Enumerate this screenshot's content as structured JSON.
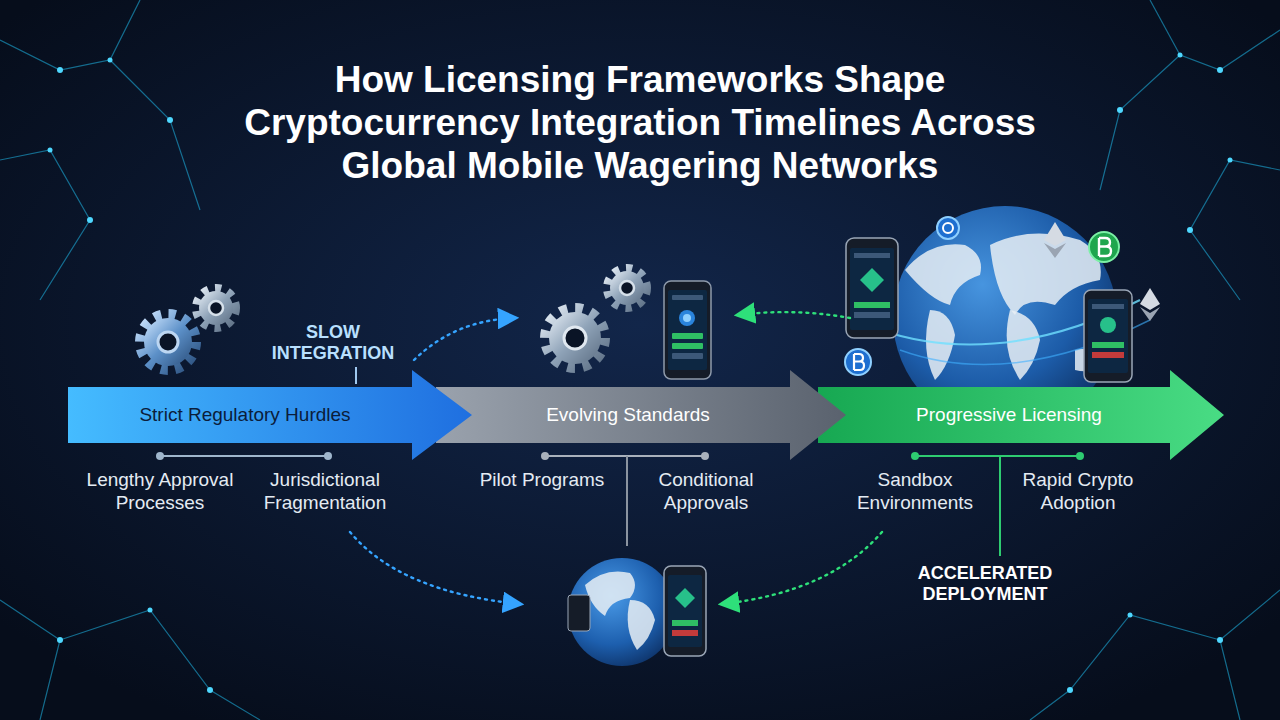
{
  "diagram": {
    "title": "How Licensing Frameworks Shape Cryptocurrency Integration Timelines Across Global Mobile Wagering Networks",
    "nodes": [
      {
        "text": [
          "Strict Regulatory Hurdles"
        ]
      },
      {
        "text": [
          "Evolving Standards"
        ]
      },
      {
        "text": [
          "Progressive Licensing"
        ]
      }
    ],
    "labels": [
      "SLOW INTEGRATION",
      "Lengthy Approval Processes",
      "Jurisdictional Fragmentation",
      "Pilot Programs",
      "Conditional Approvals",
      "Sandbox Environments",
      "Rapid Crypto Adoption",
      "ACCELERATED DEPLOYMENT"
    ]
  }
}
